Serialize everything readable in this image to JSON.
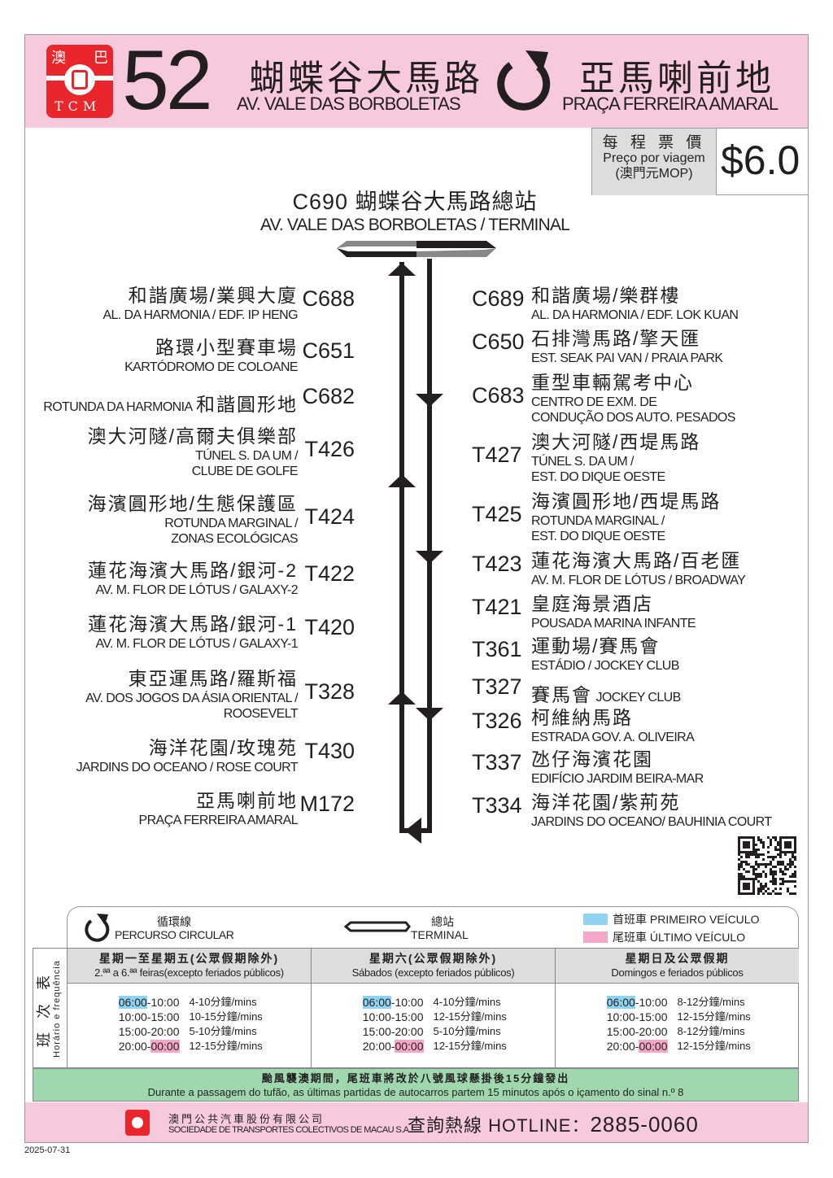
{
  "header": {
    "logo_text": {
      "top_left": "澳",
      "top_right": "巴",
      "bottom": "TCM"
    },
    "route_number": "52",
    "origin_zh": "蝴蝶谷大馬路",
    "origin_pt": "AV. VALE DAS BORBOLETAS",
    "loop_icon": "circular-arrow-icon",
    "destination_zh": "亞馬喇前地",
    "destination_pt": "PRAÇA FERREIRA AMARAL"
  },
  "fare": {
    "label_zh": "每 程 票 價",
    "label_pt": "Preço por viagem",
    "label_currency": "(澳門元MOP)",
    "price": "$6.0"
  },
  "terminal": {
    "code_zh": "C690 蝴蝶谷大馬路總站",
    "pt": "AV. VALE DAS BORBOLETAS / TERMINAL"
  },
  "left_stops": [
    {
      "code": "C688",
      "zh": "和諧廣場/業興大廈",
      "pt": [
        "AL. DA HARMONIA / EDF. IP HENG"
      ]
    },
    {
      "code": "C651",
      "zh": "路環小型賽車場",
      "pt": [
        "KARTÓDROMO DE COLOANE"
      ]
    },
    {
      "code": "C682",
      "zh": "和諧圓形地",
      "pt": [],
      "pt_inline": "ROTUNDA DA HARMONIA"
    },
    {
      "code": "T426",
      "zh": "澳大河隧/高爾夫俱樂部",
      "pt": [
        "TÚNEL S. DA UM /",
        "CLUBE DE GOLFE"
      ]
    },
    {
      "code": "T424",
      "zh": "海濱圓形地/生態保護區",
      "pt": [
        "ROTUNDA MARGINAL /",
        "ZONAS ECOLÓGICAS"
      ]
    },
    {
      "code": "T422",
      "zh": "蓮花海濱大馬路/銀河-2",
      "pt": [
        "AV. M. FLOR DE LÓTUS / GALAXY-2"
      ]
    },
    {
      "code": "T420",
      "zh": "蓮花海濱大馬路/銀河-1",
      "pt": [
        "AV. M. FLOR DE LÓTUS / GALAXY-1"
      ]
    },
    {
      "code": "T328",
      "zh": "東亞運馬路/羅斯福",
      "pt": [
        "AV. DOS JOGOS DA ÁSIA ORIENTAL /",
        "ROOSEVELT"
      ]
    },
    {
      "code": "T430",
      "zh": "海洋花園/玫瑰苑",
      "pt": [
        "JARDINS DO OCEANO / ROSE COURT"
      ]
    },
    {
      "code": "M172",
      "zh": "亞馬喇前地",
      "pt": [
        "PRAÇA FERREIRA AMARAL"
      ]
    }
  ],
  "right_stops": [
    {
      "code": "C689",
      "zh": "和諧廣場/樂群樓",
      "pt": [
        "AL. DA HARMONIA / EDF. LOK KUAN"
      ]
    },
    {
      "code": "C650",
      "zh": "石排灣馬路/擎天匯",
      "pt": [
        "EST. SEAK PAI VAN / PRAIA PARK"
      ]
    },
    {
      "code": "C683",
      "zh": "重型車輛駕考中心",
      "pt": [
        "CENTRO DE EXM. DE",
        "CONDUÇÃO DOS AUTO. PESADOS"
      ]
    },
    {
      "code": "T427",
      "zh": "澳大河隧/西堤馬路",
      "pt": [
        "TÚNEL S. DA UM /",
        "EST. DO DIQUE OESTE"
      ]
    },
    {
      "code": "T425",
      "zh": "海濱圓形地/西堤馬路",
      "pt": [
        "ROTUNDA MARGINAL /",
        "EST. DO DIQUE OESTE"
      ]
    },
    {
      "code": "T423",
      "zh": "蓮花海濱大馬路/百老匯",
      "pt": [
        "AV. M. FLOR DE LÓTUS / BROADWAY"
      ]
    },
    {
      "code": "T421",
      "zh": "皇庭海景酒店",
      "pt": [
        "POUSADA MARINA INFANTE"
      ]
    },
    {
      "code": "T361",
      "zh": "運動場/賽馬會",
      "pt": [
        "ESTÁDIO / JOCKEY CLUB"
      ]
    },
    {
      "code": "T327",
      "zh": "賽馬會",
      "pt": [],
      "pt_inline": "JOCKEY CLUB"
    },
    {
      "code": "T326",
      "zh": "柯維納馬路",
      "pt": [
        "ESTRADA GOV. A. OLIVEIRA"
      ]
    },
    {
      "code": "T337",
      "zh": "氹仔海濱花園",
      "pt": [
        "EDIFÍCIO JARDIM BEIRA-MAR"
      ]
    },
    {
      "code": "T334",
      "zh": "海洋花園/紫荊苑",
      "pt": [
        "JARDINS DO OCEANO/ BAUHINIA COURT"
      ]
    }
  ],
  "legend": {
    "circular_zh": "循環線",
    "circular_pt": "PERCURSO CIRCULAR",
    "terminal_zh": "總站",
    "terminal_pt": "TERMINAL",
    "first_label": "首班車 PRIMEIRO VEÍCULO",
    "last_label": "尾班車 ÚLTIMO VEÍCULO",
    "first_color": "#8fd3f0",
    "last_color": "#f4a7c8"
  },
  "schedule": {
    "side_zh": "班 次 表",
    "side_pt": "Horário e frequência",
    "columns": [
      {
        "title_zh": "星期一至星期五(公眾假期除外)",
        "title_pt": "2.ªª a 6.ªª feiras(excepto feriados públicos)",
        "rows": [
          [
            "06:00",
            "-10:00",
            "4-10分鐘/mins"
          ],
          [
            "10:00-15:00",
            "",
            "10-15分鐘/mins"
          ],
          [
            "15:00-20:00",
            "",
            "5-10分鐘/mins"
          ],
          [
            "20:00-",
            "00:00",
            "12-15分鐘/mins"
          ]
        ]
      },
      {
        "title_zh": "星期六(公眾假期除外)",
        "title_pt": "Sábados (excepto feriados públicos)",
        "rows": [
          [
            "06:00",
            "-10:00",
            "4-10分鐘/mins"
          ],
          [
            "10:00-15:00",
            "",
            "12-15分鐘/mins"
          ],
          [
            "15:00-20:00",
            "",
            "5-10分鐘/mins"
          ],
          [
            "20:00-",
            "00:00",
            "12-15分鐘/mins"
          ]
        ]
      },
      {
        "title_zh": "星期日及公眾假期",
        "title_pt": "Domingos e feriados públicos",
        "rows": [
          [
            "06:00",
            "-10:00",
            "8-12分鐘/mins"
          ],
          [
            "10:00-15:00",
            "",
            "12-15分鐘/mins"
          ],
          [
            "15:00-20:00",
            "",
            "8-12分鐘/mins"
          ],
          [
            "20:00-",
            "00:00",
            "12-15分鐘/mins"
          ]
        ]
      }
    ]
  },
  "notice": {
    "zh": "颱風襲澳期間，尾班車將改於八號風球懸掛後15分鐘發出",
    "pt": "Durante a passagem do tufão, as últimas partidas de autocarros partem 15 minutos após o içamento do sinal n.º 8"
  },
  "footer": {
    "company_zh": "澳門公共汽車股份有限公司",
    "company_pt": "SOCIEDADE DE TRANSPORTES COLECTIVOS DE MACAU S.A.",
    "hotline_label": "查詢熱線 HOTLINE：",
    "hotline": "2885-0060"
  },
  "date": "2025-07-31"
}
